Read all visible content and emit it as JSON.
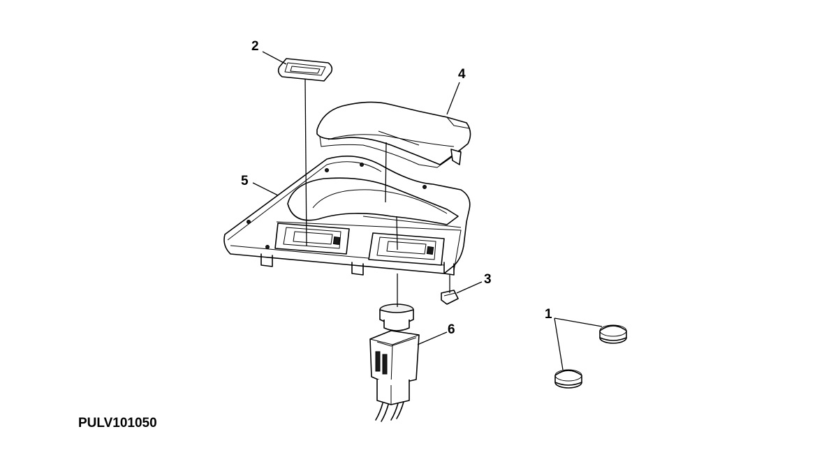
{
  "figure_code": "PULV101050",
  "callouts": {
    "c1": "1",
    "c2": "2",
    "c3": "3",
    "c4": "4",
    "c5": "5",
    "c6": "6"
  }
}
